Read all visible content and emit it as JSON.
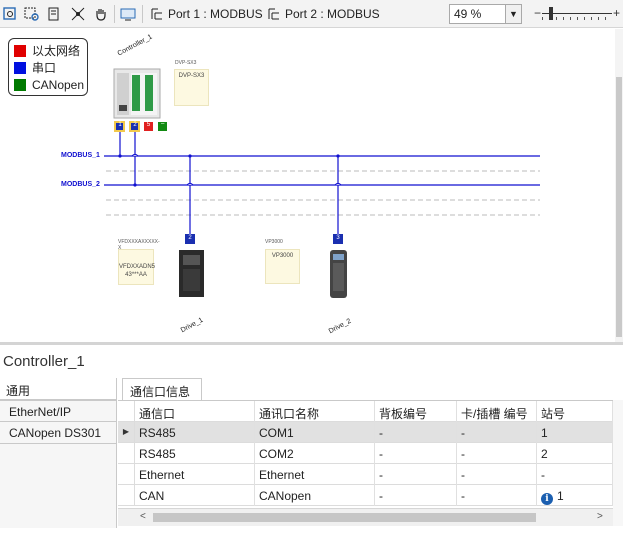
{
  "toolbar": {
    "icons": [
      "zoom-fit-icon",
      "zoom-area-icon",
      "select-icon",
      "network-icon",
      "hand-pan-icon",
      "monitor-icon"
    ],
    "port1": "Port 1 : MODBUS",
    "port2": "Port 2 : MODBUS",
    "zoom": "49 %",
    "zoom_arrow": "▼",
    "slider_minus": "−",
    "slider_plus": "+"
  },
  "legend": {
    "items": [
      {
        "label": "以太网络",
        "color": "#e00000"
      },
      {
        "label": "串口",
        "color": "#0010e0"
      },
      {
        "label": "CANopen",
        "color": "#007a00"
      }
    ]
  },
  "canvas": {
    "controller_label": "Controller_1",
    "ext_module_tag": "DVP-SX3",
    "ext_module_box": "DVP-SX3",
    "bus1_label": "MODBUS_1",
    "bus2_label": "MODBUS_2",
    "port_badges": [
      "1",
      "2",
      "5",
      "−"
    ],
    "drive1_tag": "VFDXXXAXXXXX-X",
    "drive1_box": "VFDXXADN5\n43***AA",
    "drive1_badge": "2",
    "drive1_label": "Drive_1",
    "drive2_tag": "VP3000",
    "drive2_box": "VP3000",
    "drive2_badge": "3",
    "drive2_label": "Drive_2"
  },
  "panel": {
    "title": "Controller_1",
    "left_tabs": [
      "通用",
      "EtherNet/IP",
      "CANopen DS301"
    ],
    "content_tab": "通信口信息",
    "columns": [
      "通信口",
      "通讯口名称",
      "背板编号",
      "卡/插槽 编号",
      "站号"
    ],
    "rows": [
      {
        "port": "RS485",
        "name": "COM1",
        "backplane": "-",
        "slot": "-",
        "station": "1",
        "selected": true,
        "info": false
      },
      {
        "port": "RS485",
        "name": "COM2",
        "backplane": "-",
        "slot": "-",
        "station": "2",
        "selected": false,
        "info": false
      },
      {
        "port": "Ethernet",
        "name": "Ethernet",
        "backplane": "-",
        "slot": "-",
        "station": "-",
        "selected": false,
        "info": false
      },
      {
        "port": "CAN",
        "name": "CANopen",
        "backplane": "-",
        "slot": "-",
        "station": "1",
        "selected": false,
        "info": true
      }
    ],
    "row_marker": "▶",
    "scroll_left": "<",
    "scroll_right": ">"
  }
}
